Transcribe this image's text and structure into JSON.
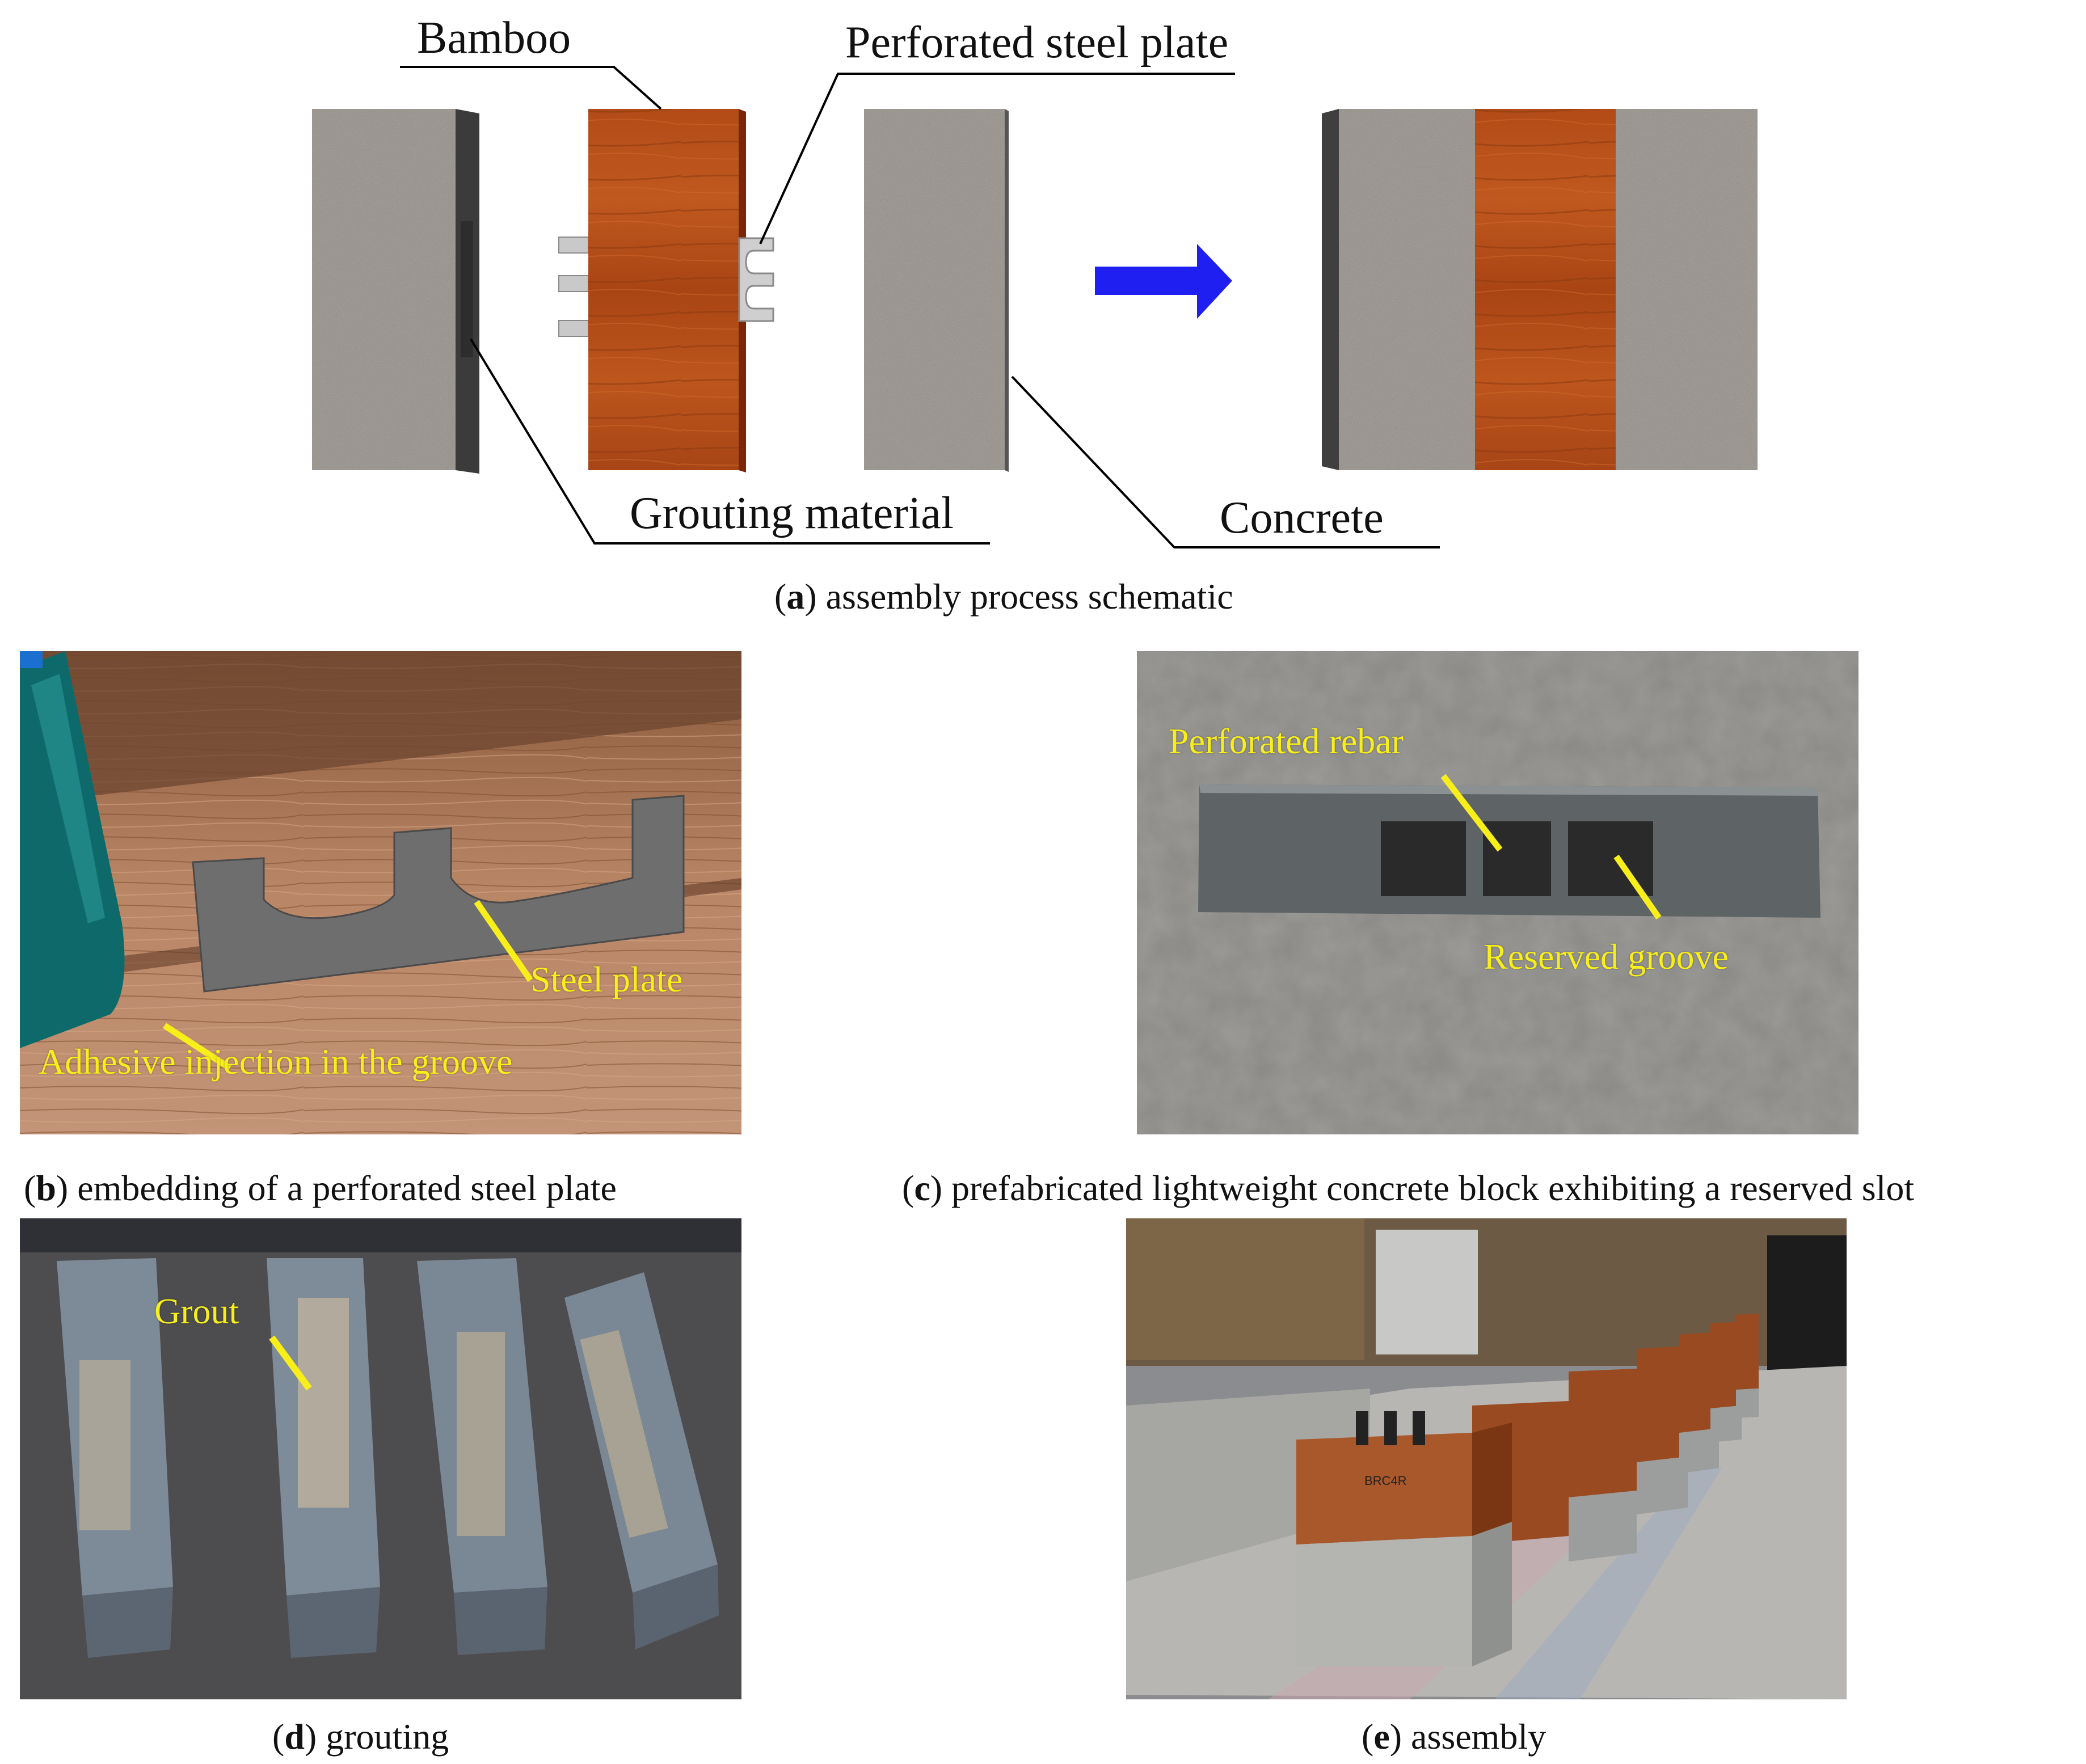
{
  "panel_a": {
    "labels": {
      "bamboo": "Bamboo",
      "steel_plate": "Perforated steel plate",
      "grouting": "Grouting material",
      "concrete": "Concrete"
    },
    "caption_letter": "a",
    "caption_text": " assembly process schematic"
  },
  "panel_b": {
    "labels": {
      "steel_plate": "Steel plate",
      "adhesive": "Adhesive injection in the groove"
    },
    "caption_letter": "b",
    "caption_text": " embedding of a perforated steel plate"
  },
  "panel_c": {
    "labels": {
      "rebar": "Perforated rebar",
      "groove": "Reserved groove"
    },
    "caption_letter": "c",
    "caption_text": " prefabricated lightweight concrete block exhibiting a reserved slot"
  },
  "panel_d": {
    "labels": {
      "grout": "Grout"
    },
    "caption_letter": "d",
    "caption_text": " grouting"
  },
  "panel_e": {
    "labels": {
      "handwriting": "BRC4R"
    },
    "caption_letter": "e",
    "caption_text": " assembly"
  },
  "colors": {
    "bamboo": "#b5501c",
    "bamboo_side": "#7a2608",
    "concrete": "#a49f98",
    "concrete_side": "#3f3f3f",
    "arrow": "#1f1ff2",
    "annotation": "#f7ee1a"
  }
}
